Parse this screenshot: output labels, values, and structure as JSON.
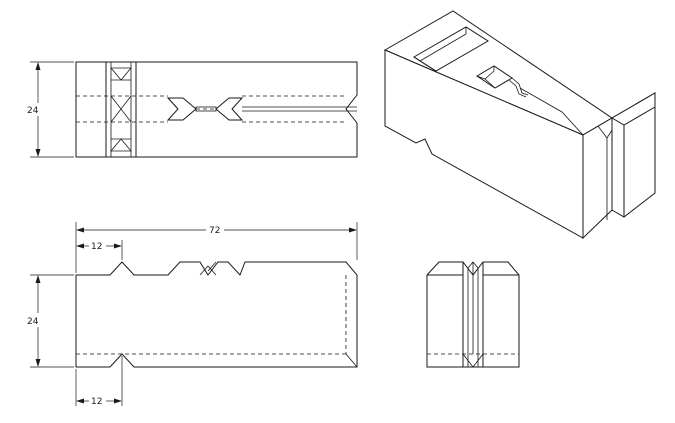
{
  "views": {
    "top": {
      "dim_height": "24"
    },
    "front": {
      "dim_length": "72",
      "dim_height": "24",
      "dim_top_offset": "12",
      "dim_bottom_offset": "12"
    },
    "side": {},
    "iso": {}
  }
}
